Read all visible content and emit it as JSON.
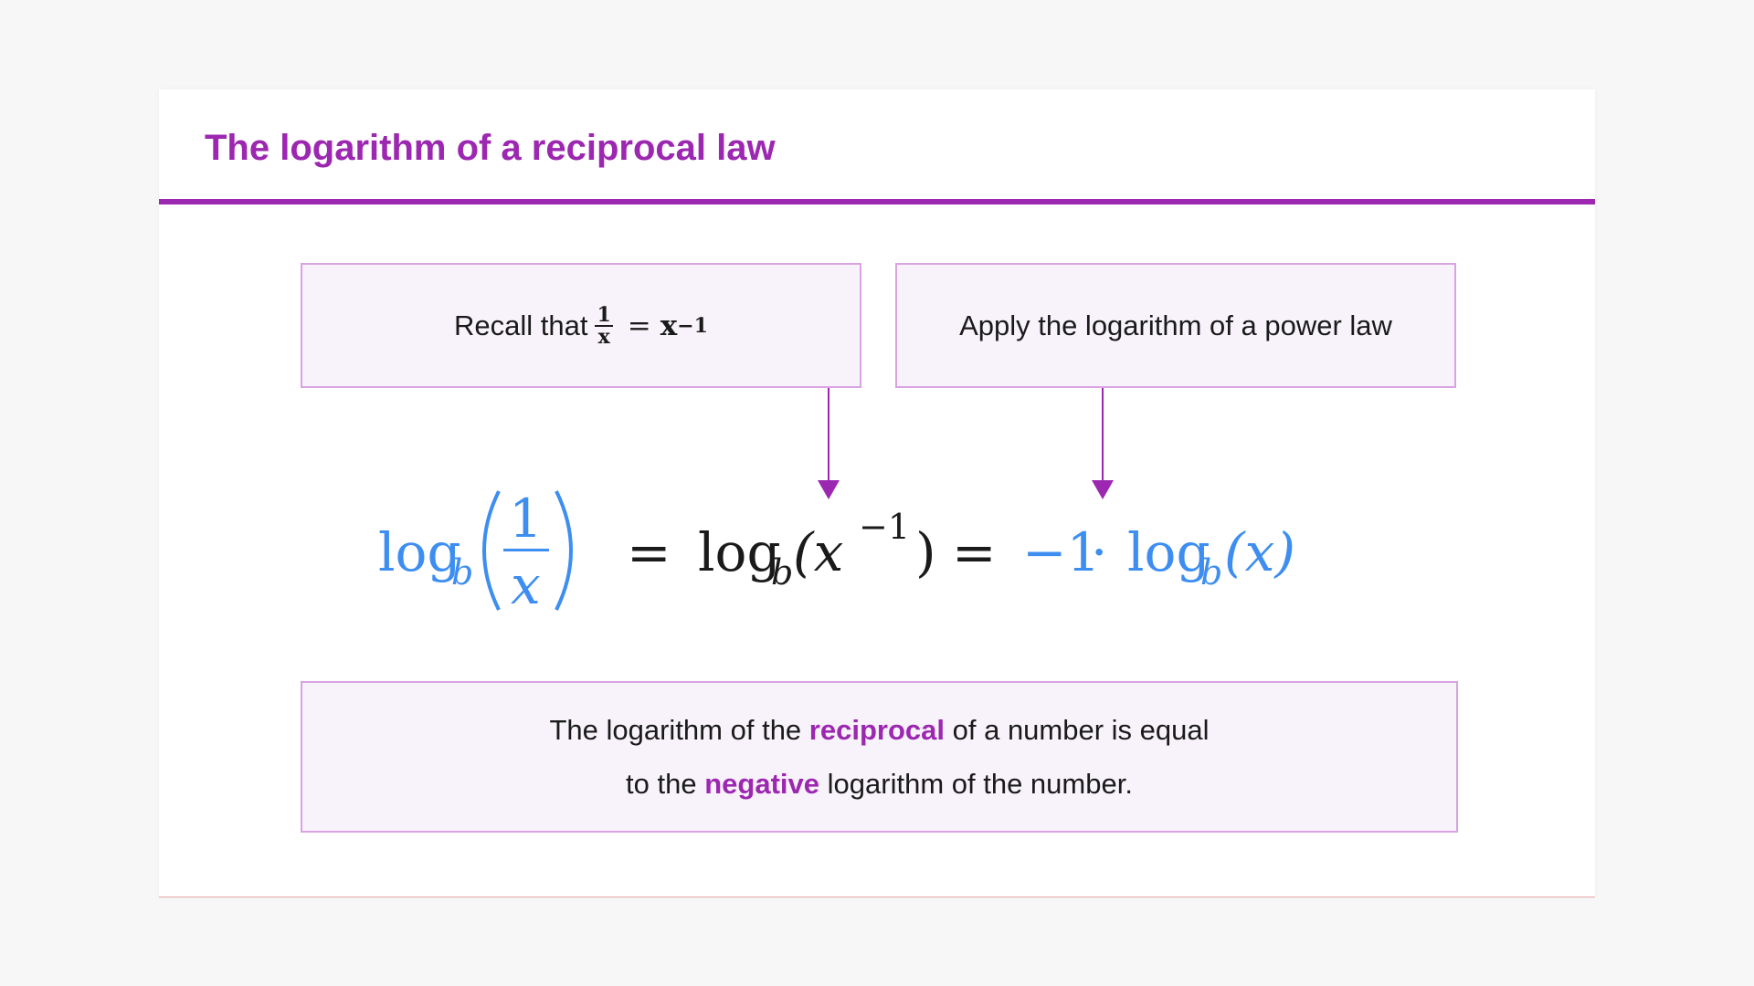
{
  "slide": {
    "title": "The logarithm of a reciprocal law"
  },
  "boxes": {
    "recall": {
      "prefix": "Recall that",
      "frac_num": "1",
      "frac_den": "x",
      "eq": "=",
      "base": "x",
      "exponent": "−1"
    },
    "apply": {
      "text": "Apply the logarithm of a power law"
    },
    "summary": {
      "line1_pre": "The logarithm of the",
      "line1_emph": "reciprocal",
      "line1_post": "of a number is equal",
      "line2_pre": "to the",
      "line2_emph": "negative",
      "line2_post": "logarithm of the number."
    }
  },
  "formula": {
    "lhs_log": "log",
    "lhs_sub": "b",
    "lhs_num": "1",
    "lhs_den": "x",
    "eq1": "=",
    "mid_log": "log",
    "mid_sub": "b",
    "mid_arg": "(x",
    "mid_exp": "−1",
    "mid_close": ")",
    "eq2": "=",
    "rhs_coef": "−1",
    "rhs_dot": "·",
    "rhs_log": "log",
    "rhs_sub": "b",
    "rhs_arg": "(x)"
  },
  "colors": {
    "accent": "#9c27b0",
    "formula_blue": "#3d8ef0",
    "formula_black": "#1a1a1a",
    "box_fill": "#f8f3fb",
    "box_border": "#d9a3e2"
  }
}
